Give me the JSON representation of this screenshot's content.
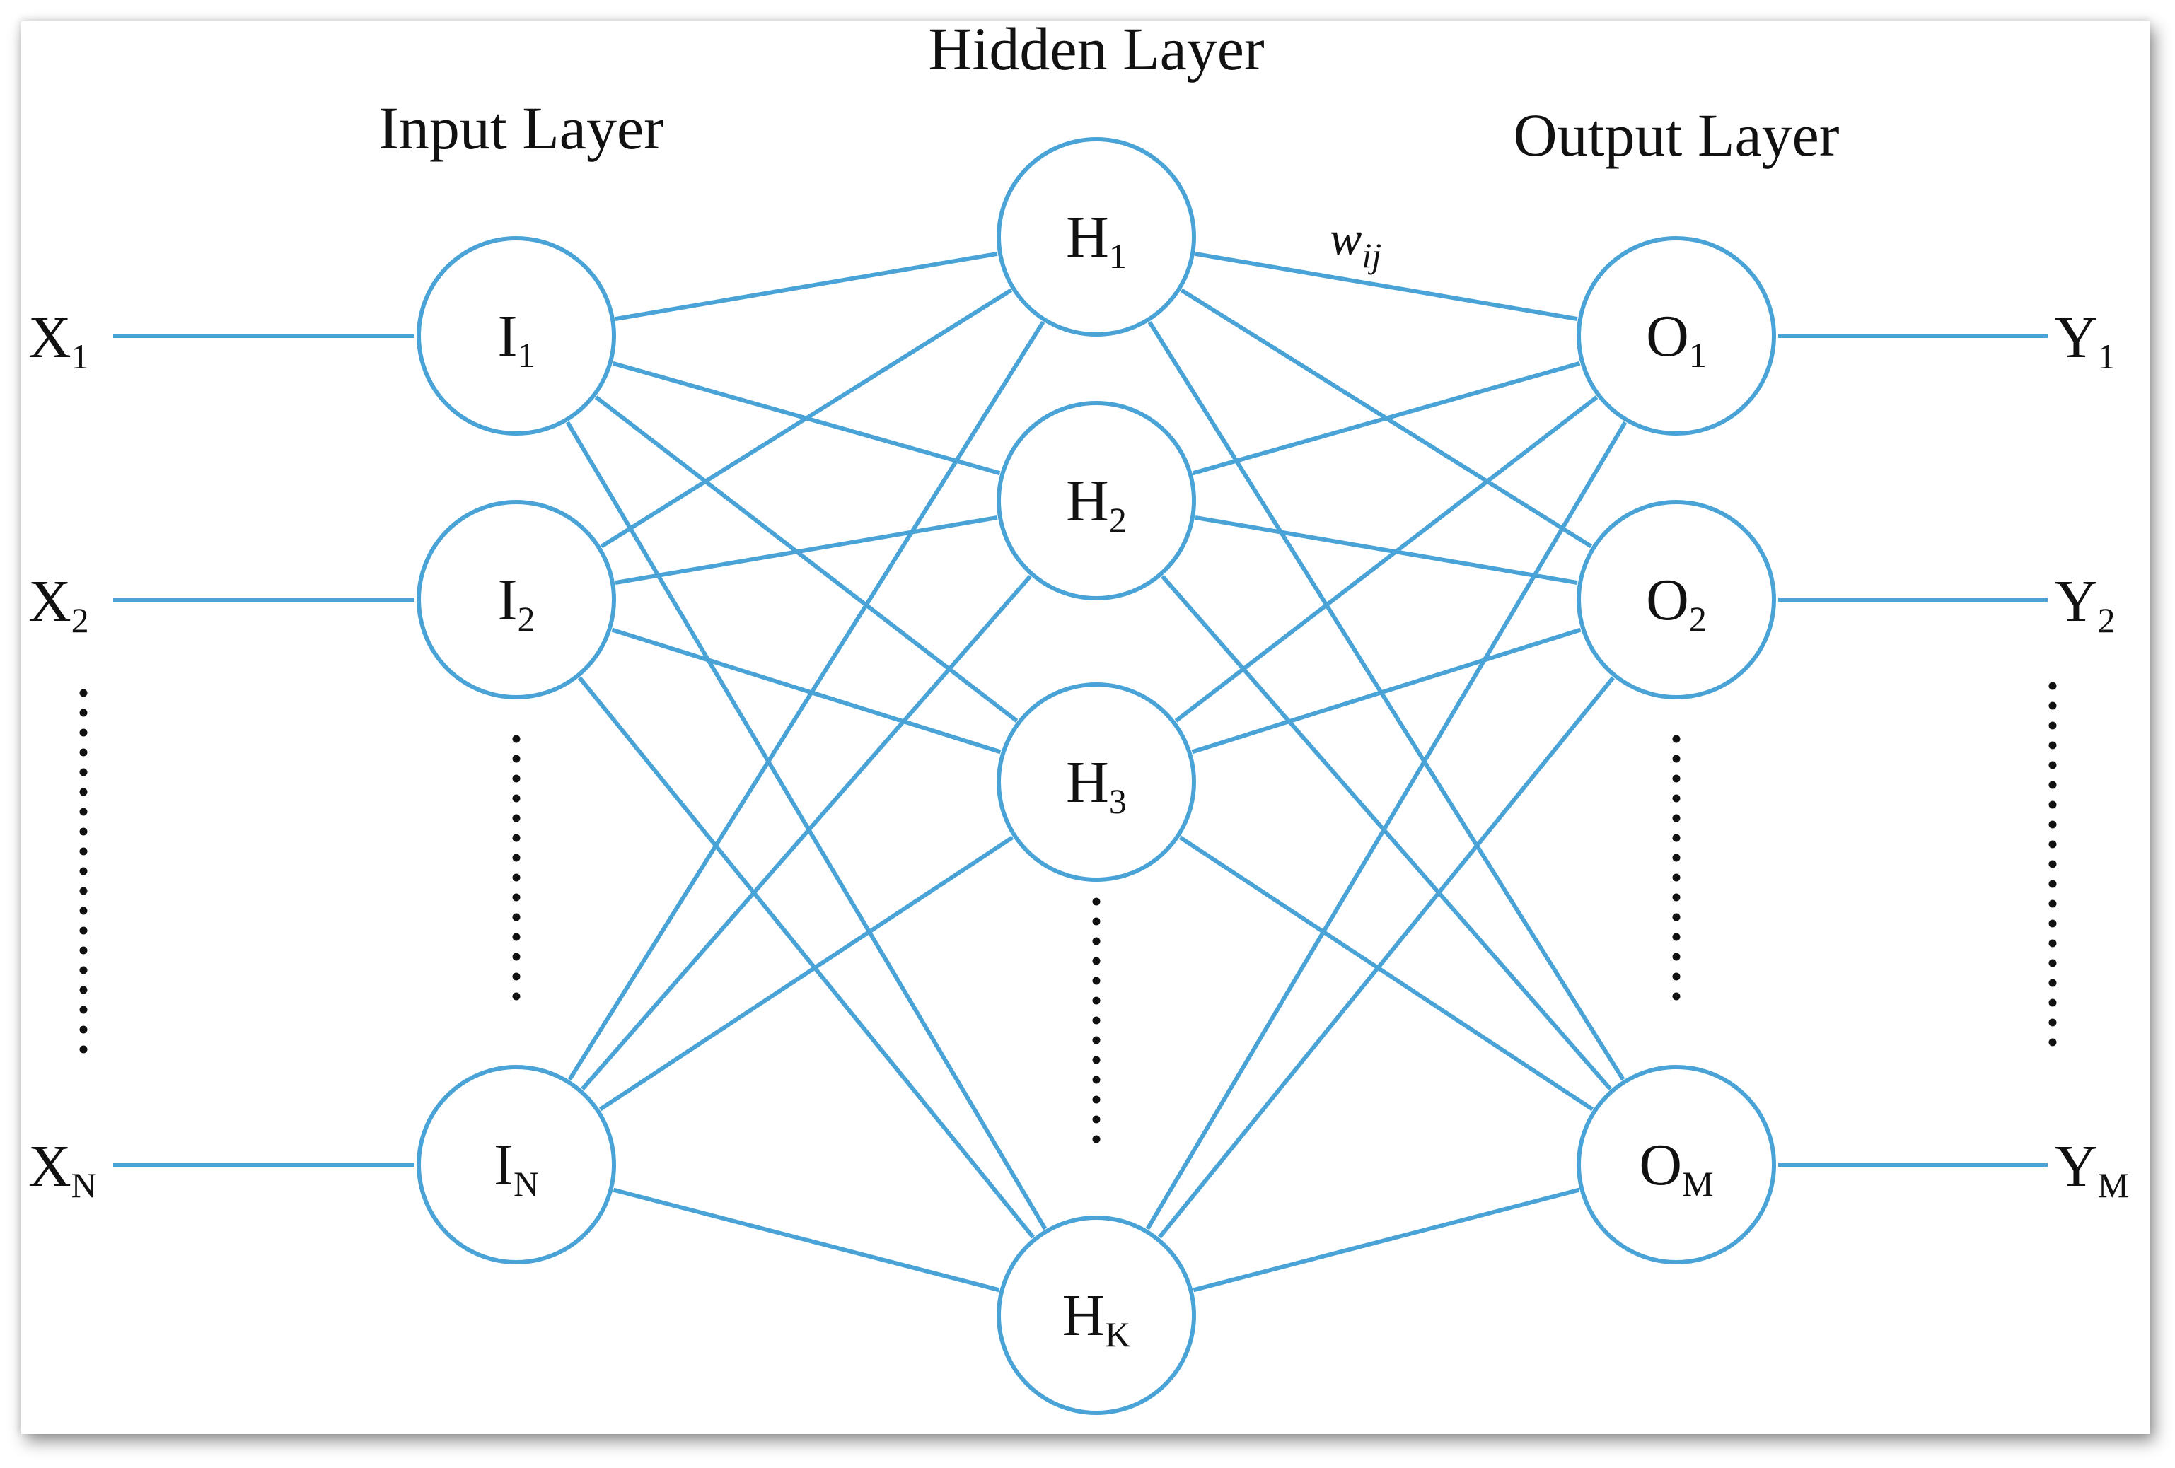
{
  "layers": {
    "input_title": "Input Layer",
    "hidden_title": "Hidden Layer",
    "output_title": "Output Layer"
  },
  "inputs": [
    {
      "base": "X",
      "sub": "1"
    },
    {
      "base": "X",
      "sub": "2"
    },
    {
      "base": "X",
      "sub": "N"
    }
  ],
  "input_nodes": [
    {
      "base": "I",
      "sub": "1"
    },
    {
      "base": "I",
      "sub": "2"
    },
    {
      "base": "I",
      "sub": "N"
    }
  ],
  "hidden_nodes": [
    {
      "base": "H",
      "sub": "1"
    },
    {
      "base": "H",
      "sub": "2"
    },
    {
      "base": "H",
      "sub": "3"
    },
    {
      "base": "H",
      "sub": "K"
    }
  ],
  "output_nodes": [
    {
      "base": "O",
      "sub": "1"
    },
    {
      "base": "O",
      "sub": "2"
    },
    {
      "base": "O",
      "sub": "M"
    }
  ],
  "outputs": [
    {
      "base": "Y",
      "sub": "1"
    },
    {
      "base": "Y",
      "sub": "2"
    },
    {
      "base": "Y",
      "sub": "M"
    }
  ],
  "weight_label": {
    "base": "w",
    "sub": "ij"
  },
  "colors": {
    "edge": "#4aa3d6",
    "node_stroke": "#4aa3d6",
    "text": "#111111",
    "dots": "#111111"
  }
}
